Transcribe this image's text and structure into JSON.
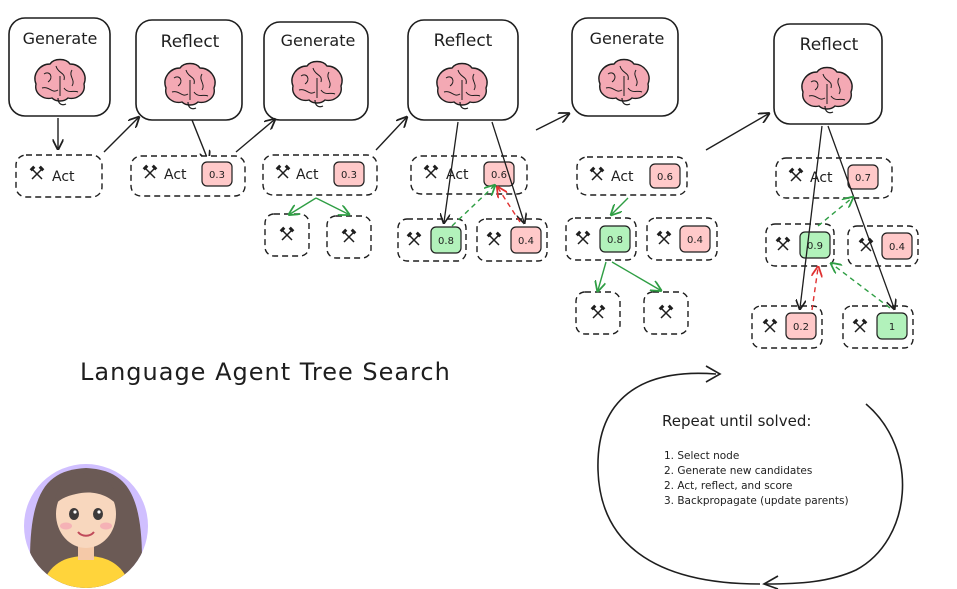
{
  "diagram": {
    "title": "Language Agent Tree Search",
    "stages": [
      {
        "label": "Generate"
      },
      {
        "label": "Reflect"
      },
      {
        "label": "Generate"
      },
      {
        "label": "Reflect"
      },
      {
        "label": "Generate"
      },
      {
        "label": "Reflect"
      }
    ],
    "act_label": "Act",
    "scores": {
      "s1": "0.3",
      "s2": "0.3",
      "s3_root": "0.6",
      "s3_a": "0.8",
      "s3_b": "0.4",
      "s4_root": "0.6",
      "s4_a": "0.8",
      "s4_b": "0.4",
      "s5_root": "0.7",
      "s5_a": "0.9",
      "s5_b": "0.4",
      "s5_c": "0.2",
      "s5_d": "1"
    },
    "note": {
      "heading": "Repeat until solved:",
      "steps": [
        "1. Select node",
        "2. Generate new candidates",
        "2. Act, reflect, and score",
        "3. Backpropagate (update parents)"
      ]
    }
  },
  "colors": {
    "good": "#b2f2bb",
    "bad": "#ffc9c9",
    "green_arrow": "#2f9e44",
    "red_arrow": "#e03131",
    "avatar_bg": "#d0bfff",
    "brain": "#f4a9b4"
  },
  "icons": {
    "tool": "hammer-wrench-icon",
    "brain": "brain-icon",
    "avatar": "avatar"
  }
}
